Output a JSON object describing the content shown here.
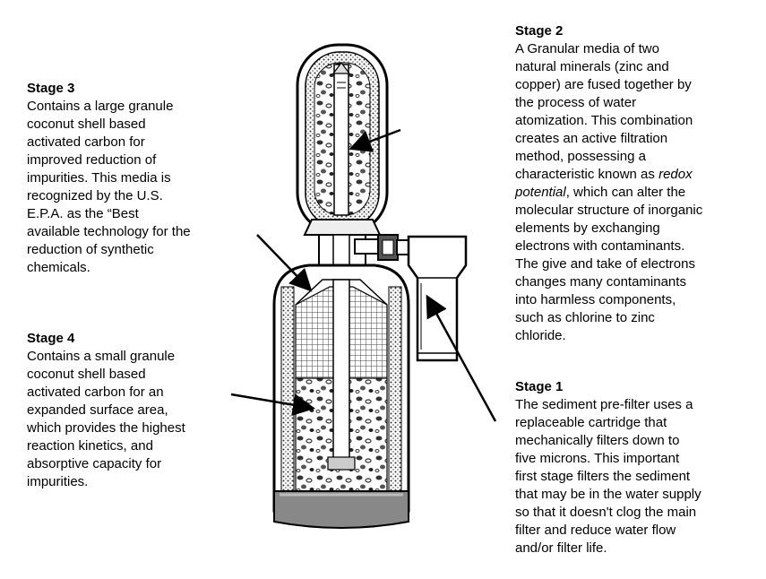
{
  "stages": {
    "stage3": {
      "title": "Stage 3",
      "text": "Contains a large granule\ncoconut shell based\nactivated carbon for\nimproved reduction of\nimpurities. This media is\nrecognized by the U.S.\nE.P.A. as the “Best\navailable technology for the\nreduction of synthetic\nchemicals."
    },
    "stage4": {
      "title": "Stage 4",
      "text": "Contains a small granule\ncoconut shell based\nactivated carbon for an\nexpanded surface area,\nwhich provides the highest\nreaction kinetics, and\nabsorptive capacity for\nimpurities."
    },
    "stage2": {
      "title": "Stage 2",
      "text_before": "A Granular media of two\nnatural minerals (zinc and\ncopper) are fused together by\nthe process of water\natomization.  This combination\ncreates an active filtration\nmethod, possessing a\ncharacteristic known as ",
      "italic_1": "redox",
      "italic_2": "potential",
      "text_after": ", which can alter the\nmolecular structure of inorganic\nelements by exchanging\nelectrons with contaminants.\nThe give and take of electrons\nchanges many contaminants\ninto harmless components,\nsuch as chlorine to zinc\nchloride."
    },
    "stage1": {
      "title": "Stage 1",
      "text": "The sediment pre-filter uses a\nreplaceable cartridge that\nmechanically filters down to\nfive microns.  This important\nfirst stage filters the sediment\nthat may be in the water supply\nso that it doesn't clog the main\nfilter and reduce water flow\nand/or filter life."
    }
  }
}
